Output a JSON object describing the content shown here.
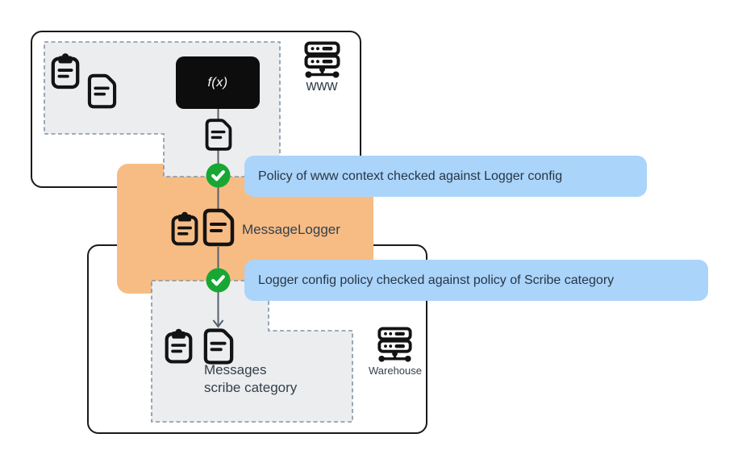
{
  "colors": {
    "logger_orange": "#F7BC84",
    "callout_blue": "#ABD4FA",
    "check_green": "#18A733",
    "policy_region_gray": "#ECEDEF",
    "dashed_border": "#8295A4",
    "connector_gray": "#55616C",
    "text_dark": "#2E3D4B",
    "icon_black": "#131313",
    "box_border_black": "#1A1A1A",
    "function_box_black": "#0D0D0D"
  },
  "top_context": {
    "function_box_label": "f(x)",
    "server_label": "www"
  },
  "logger": {
    "label": "MessageLogger"
  },
  "scribe": {
    "label_line1": "Messages",
    "label_line2": "scribe category",
    "server_label": "Warehouse"
  },
  "callouts": {
    "www_check": "Policy of www context checked against Logger config",
    "scribe_check": "Logger config policy checked against policy of Scribe category"
  },
  "icons": [
    "clipboard-icon",
    "document-icon",
    "server-icon",
    "check-circle-icon",
    "arrow-down-icon"
  ]
}
